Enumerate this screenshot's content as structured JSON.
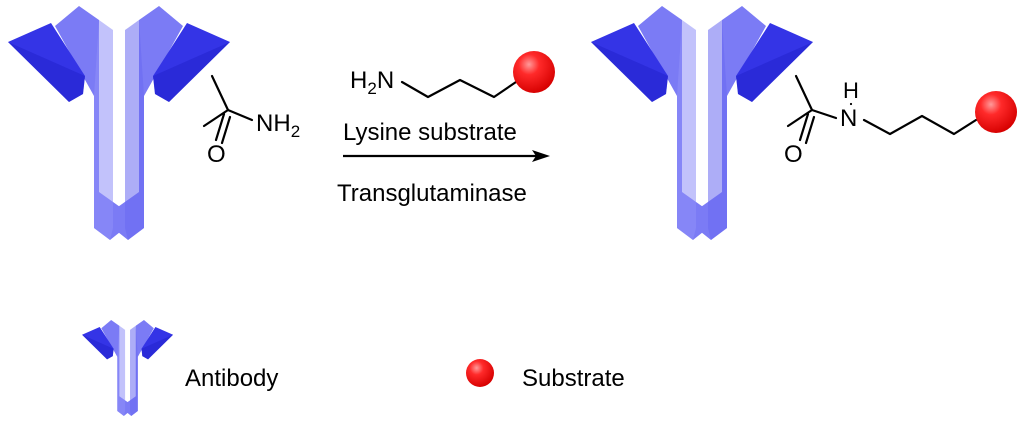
{
  "reaction": {
    "reagent_label": "Lysine substrate",
    "catalyst_label": "Transglutaminase",
    "reactant_amine_group": "H2N",
    "antibody_amide": {
      "carbonyl_atom": "O",
      "amide_group": "NH2"
    },
    "product_linkage": {
      "carbonyl_atom": "O",
      "amide_n": "N",
      "amide_h": "H"
    }
  },
  "legend": {
    "antibody_label": "Antibody",
    "substrate_label": "Substrate"
  },
  "colors": {
    "antibody_light": "#7b7bf5",
    "antibody_dark": "#3434e6",
    "substrate": "#ff1a1a",
    "substrate_highlight": "#ff8a8a",
    "bond": "#000000"
  },
  "icons": {
    "antibody": "antibody-icon",
    "substrate": "substrate-sphere-icon"
  }
}
